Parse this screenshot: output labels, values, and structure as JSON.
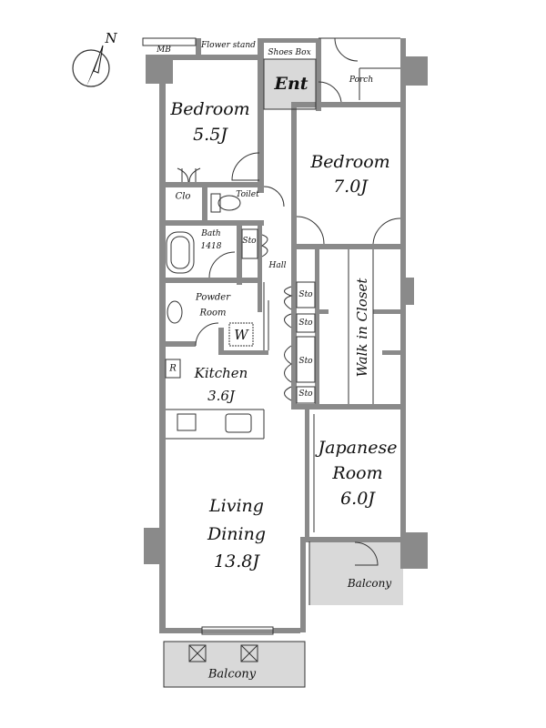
{
  "compass": {
    "label": "N"
  },
  "rooms": {
    "mb": "MB",
    "flower_stand": "Flower stand",
    "shoes_box": "Shoes Box",
    "entrance": "Ent",
    "porch": "Porch",
    "bedroom1": {
      "name": "Bedroom",
      "size": "5.5J"
    },
    "bedroom2": {
      "name": "Bedroom",
      "size": "7.0J"
    },
    "closet": "Clo",
    "toilet": "Toilet",
    "bath": {
      "name": "Bath",
      "size": "1418"
    },
    "hall": "Hall",
    "storage": "Sto",
    "powder_room": {
      "line1": "Powder",
      "line2": "Room"
    },
    "washer": "W",
    "refrigerator": "R",
    "walk_in_closet": "Walk in Closet",
    "kitchen": {
      "name": "Kitchen",
      "size": "3.6J"
    },
    "japanese_room": {
      "line1": "Japanese",
      "line2": "Room",
      "size": "6.0J"
    },
    "living_dining": {
      "line1": "Living",
      "line2": "Dining",
      "size": "13.8J"
    },
    "balcony_side": "Balcony",
    "balcony_main": "Balcony"
  },
  "colors": {
    "wall": "#8a8a8a",
    "shaded": "#d9d9d9",
    "line": "#333333"
  }
}
